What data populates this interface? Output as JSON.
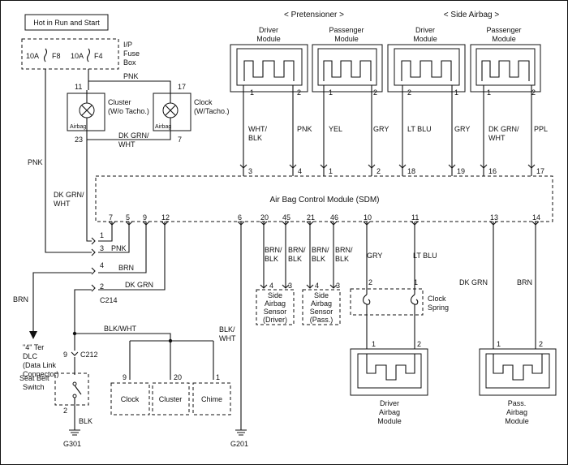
{
  "header": {
    "hot_label": "Hot in Run and Start",
    "pretensioner": "< Pretensioner >",
    "side_airbag": "< Side Airbag >"
  },
  "fuse_box": {
    "f8_rating": "10A",
    "f8_name": "F8",
    "f4_rating": "10A",
    "f4_name": "F4",
    "line1": "I/P",
    "line2": "Fuse",
    "line3": "Box"
  },
  "modules_top": [
    {
      "line1": "Driver",
      "line2": "Module",
      "pinL": "1",
      "pinR": "2"
    },
    {
      "line1": "Passenger",
      "line2": "Module",
      "pinL": "1",
      "pinR": "2"
    },
    {
      "line1": "Driver",
      "line2": "Module",
      "pinL": "2",
      "pinR": "1"
    },
    {
      "line1": "Passenger",
      "line2": "Module",
      "pinL": "1",
      "pinR": "2"
    }
  ],
  "top_wires": [
    {
      "color1": "WHT/",
      "color2": "BLK",
      "sdm_pin": "3"
    },
    {
      "color1": "PNK",
      "color2": "",
      "sdm_pin": "4"
    },
    {
      "color1": "YEL",
      "color2": "",
      "sdm_pin": "1"
    },
    {
      "color1": "GRY",
      "color2": "",
      "sdm_pin": "2"
    },
    {
      "color1": "LT BLU",
      "color2": "",
      "sdm_pin": "18"
    },
    {
      "color1": "GRY",
      "color2": "",
      "sdm_pin": "19"
    },
    {
      "color1": "DK GRN/",
      "color2": "WHT",
      "sdm_pin": "16"
    },
    {
      "color1": "PPL",
      "color2": "",
      "sdm_pin": "17"
    }
  ],
  "sdm": {
    "title": "Air Bag Control Module (SDM)",
    "bottom_pins": [
      "7",
      "5",
      "9",
      "12",
      "6",
      "20",
      "45",
      "21",
      "46",
      "10",
      "11",
      "13",
      "14"
    ]
  },
  "cluster": {
    "pin_top": "11",
    "pin_bottom": "23",
    "line1": "Cluster",
    "line2": "(W/o Tacho.)",
    "lamp": "Airbag"
  },
  "clock": {
    "pin_top": "17",
    "pin_bottom": "7",
    "line1": "Clock",
    "line2": "(W/Tacho.)",
    "lamp": "Airbag"
  },
  "wire_labels": {
    "pnk_top": "PNK",
    "pnk_left": "PNK",
    "dkgrnwht_mid1": "DK GRN/",
    "dkgrnwht_mid2": "WHT",
    "dkgrnwht_left1": "DK GRN/",
    "dkgrnwht_left2": "WHT",
    "pnk_c214": "PNK",
    "brn_c214": "BRN",
    "dkgrn_c214": "DK GRN",
    "brn_left": "BRN",
    "blkwht_c212": "BLK/WHT",
    "blk_g301": "BLK",
    "blkwht_g201_1": "BLK/",
    "blkwht_g201_2": "WHT",
    "brnblk_1a": "BRN/",
    "brnblk_1b": "BLK",
    "brnblk_2a": "BRN/",
    "brnblk_2b": "BLK",
    "brnblk_3a": "BRN/",
    "brnblk_3b": "BLK",
    "brnblk_4a": "BRN/",
    "brnblk_4b": "BLK",
    "gry_spring": "GRY",
    "ltblu_spring": "LT BLU",
    "dkgrn_pass": "DK GRN",
    "brn_pass": "BRN"
  },
  "c214": {
    "name": "C214",
    "pins": [
      "1",
      "3",
      "4",
      "2"
    ]
  },
  "dlc": {
    "line1": "\"4\" Ter",
    "line2": "DLC",
    "line3": "(Data Link",
    "line4": "Connector)"
  },
  "c212": {
    "name": "C212",
    "pin_top": "9",
    "pin_bottom": "2"
  },
  "seat_belt": {
    "line1": "Seat Belt",
    "line2": "Switch"
  },
  "grounds": {
    "g301": "G301",
    "g201": "G201"
  },
  "loads": [
    {
      "label": "Clock",
      "pin": "9"
    },
    {
      "label": "Cluster",
      "pin": "20"
    },
    {
      "label": "Chime",
      "pin": "1"
    }
  ],
  "side_sensors": [
    {
      "line1": "Side",
      "line2": "Airbag",
      "line3": "Sensor",
      "line4": "(Driver)",
      "pinL": "4",
      "pinR": "3"
    },
    {
      "line1": "Side",
      "line2": "Airbag",
      "line3": "Sensor",
      "line4": "(Pass.)",
      "pinL": "4",
      "pinR": "3"
    }
  ],
  "clock_spring": {
    "line1": "Clock",
    "line2": "Spring",
    "pinL": "2",
    "pinR": "1"
  },
  "driver_airbag": {
    "line1": "Driver",
    "line2": "Airbag",
    "line3": "Module",
    "pinL": "1",
    "pinR": "2"
  },
  "pass_airbag": {
    "line1": "Pass.",
    "line2": "Airbag",
    "line3": "Module",
    "pinL": "1",
    "pinR": "2"
  }
}
